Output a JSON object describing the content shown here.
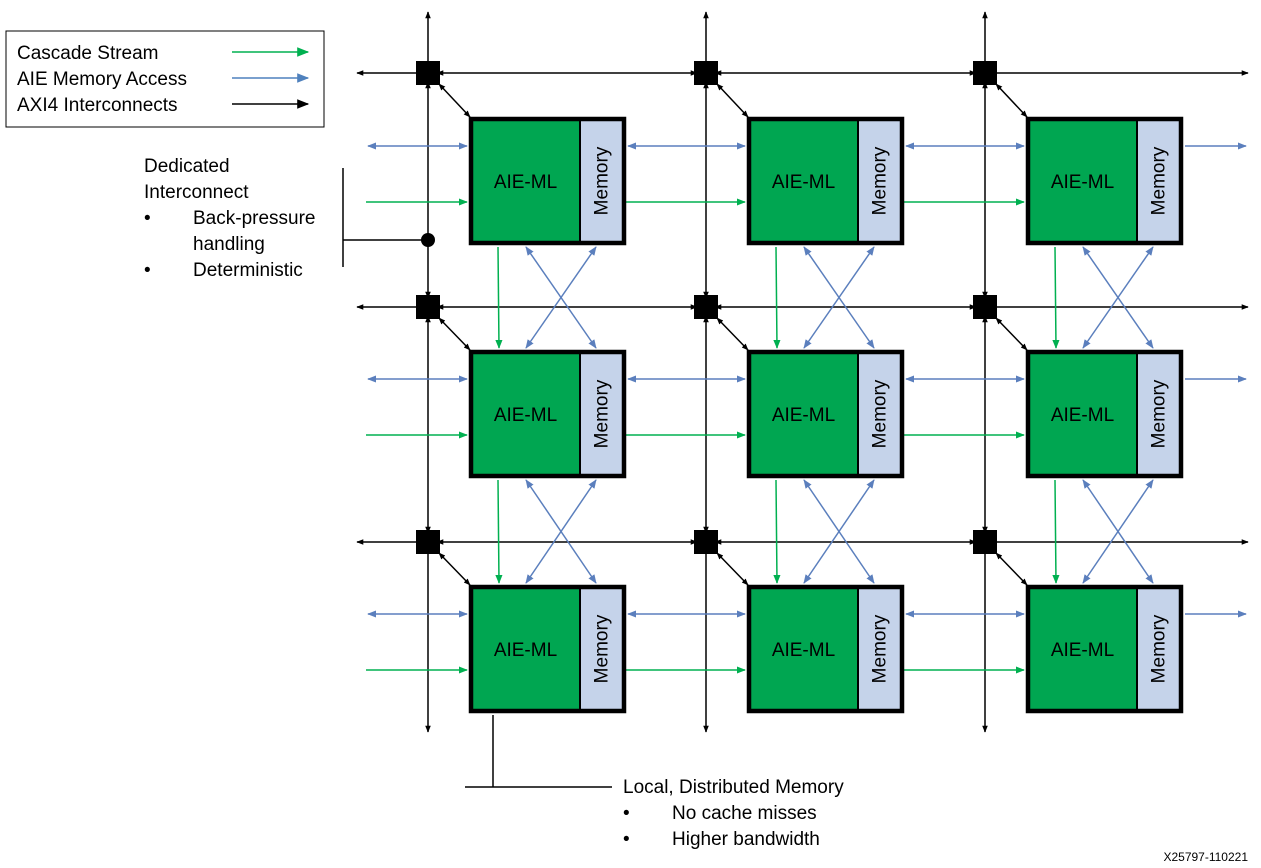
{
  "legend": {
    "items": [
      {
        "label": "Cascade Stream",
        "color": "#00b050"
      },
      {
        "label": "AIE Memory Access",
        "color": "#4f81bd"
      },
      {
        "label": "AXI4 Interconnects",
        "color": "#000000"
      }
    ]
  },
  "callouts": {
    "interconnect": {
      "title_line1": "Dedicated",
      "title_line2": "Interconnect",
      "bullet": "•",
      "bullet1_line1": "Back-pressure",
      "bullet1_line2": "handling",
      "bullet2": "Deterministic"
    },
    "memory": {
      "title": "Local, Distributed Memory",
      "bullet": "•",
      "bullet1": "No cache misses",
      "bullet2": "Higher bandwidth"
    }
  },
  "tile": {
    "core_label": "AIE-ML",
    "memory_label": "Memory",
    "core_color": "#00a651",
    "memory_color": "#c5d3ea"
  },
  "grid": {
    "rows": 3,
    "cols": 3
  },
  "figure_id": "X25797-110221"
}
